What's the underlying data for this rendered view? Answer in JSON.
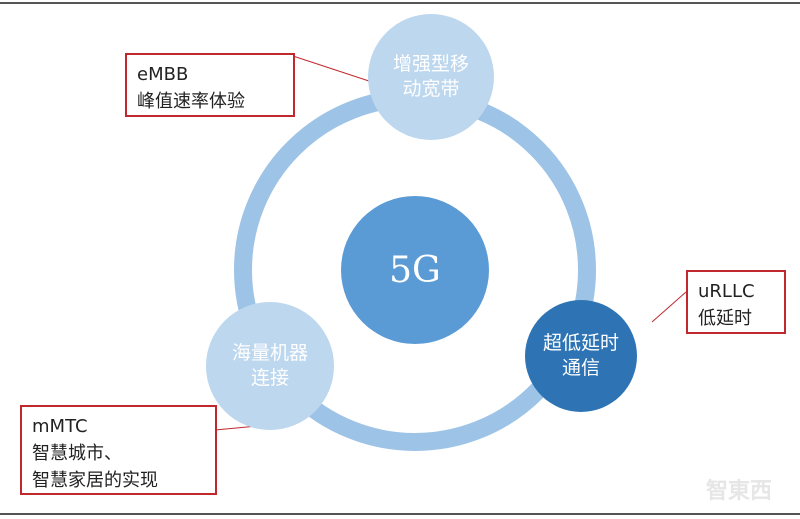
{
  "center": {
    "label": "5G"
  },
  "nodes": {
    "embb": {
      "label": "增强型移动宽带"
    },
    "mmtc": {
      "label": "海量机器连接"
    },
    "urllc": {
      "label": "超低延时通信"
    }
  },
  "callouts": {
    "embb": {
      "title": "eMBB",
      "desc": "峰值速率体验"
    },
    "urllc": {
      "title": "uRLLC",
      "desc": "低延时"
    },
    "mmtc": {
      "title": "mMTC",
      "desc1": "智慧城市、",
      "desc2": "智慧家居的实现"
    }
  },
  "watermark": "智東西",
  "colors": {
    "ring": "#9dc3e6",
    "light": "#bdd7ee",
    "center": "#5b9bd5",
    "dark": "#2e74b5",
    "callout_border": "#c0282e"
  }
}
